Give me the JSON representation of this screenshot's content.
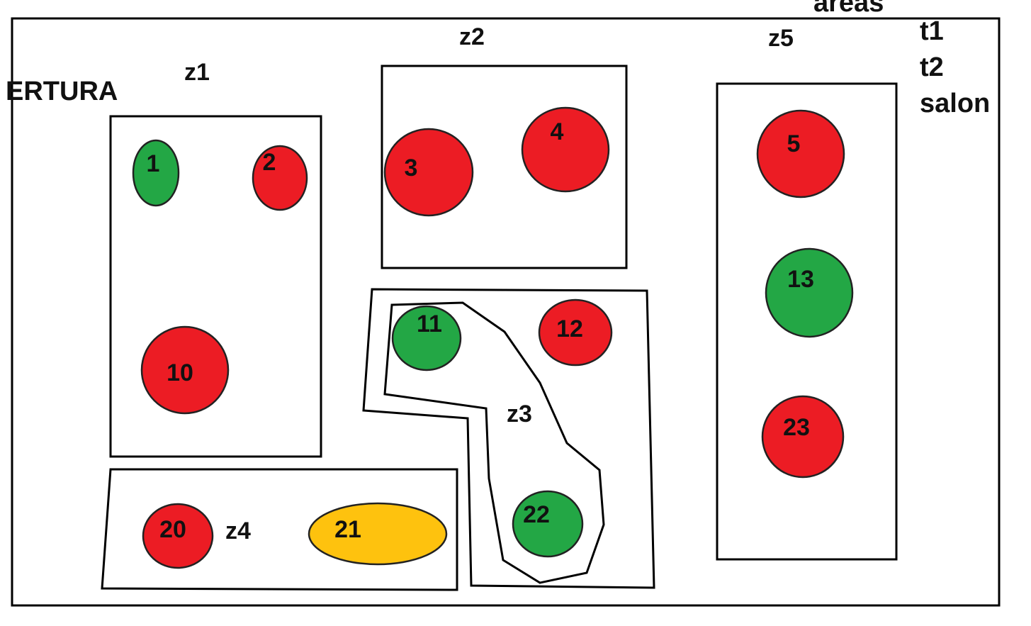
{
  "palette": {
    "free": "#23a745",
    "occupied": "#ec1c24",
    "reserved": "#fec20e",
    "outline": "#000000",
    "background": "#ffffff"
  },
  "header_text": {
    "left_label": "ERTURA",
    "top_fragment": "areas"
  },
  "legend": {
    "items": [
      "t1",
      "t2",
      "salon"
    ]
  },
  "zones": [
    {
      "id": "z1",
      "label": "z1"
    },
    {
      "id": "z2",
      "label": "z2"
    },
    {
      "id": "z3",
      "label": "z3"
    },
    {
      "id": "z4",
      "label": "z4"
    },
    {
      "id": "z5",
      "label": "z5"
    }
  ],
  "tables": [
    {
      "number": "1",
      "zone": "z1",
      "status": "free"
    },
    {
      "number": "2",
      "zone": "z1",
      "status": "occupied"
    },
    {
      "number": "10",
      "zone": "z1",
      "status": "occupied"
    },
    {
      "number": "3",
      "zone": "z2",
      "status": "occupied"
    },
    {
      "number": "4",
      "zone": "z2",
      "status": "occupied"
    },
    {
      "number": "11",
      "zone": "z3",
      "status": "free"
    },
    {
      "number": "12",
      "zone": "z3",
      "status": "occupied"
    },
    {
      "number": "22",
      "zone": "z3",
      "status": "free"
    },
    {
      "number": "20",
      "zone": "z4",
      "status": "occupied"
    },
    {
      "number": "21",
      "zone": "z4",
      "status": "reserved"
    },
    {
      "number": "5",
      "zone": "z5",
      "status": "occupied"
    },
    {
      "number": "13",
      "zone": "z5",
      "status": "free"
    },
    {
      "number": "23",
      "zone": "z5",
      "status": "occupied"
    }
  ]
}
